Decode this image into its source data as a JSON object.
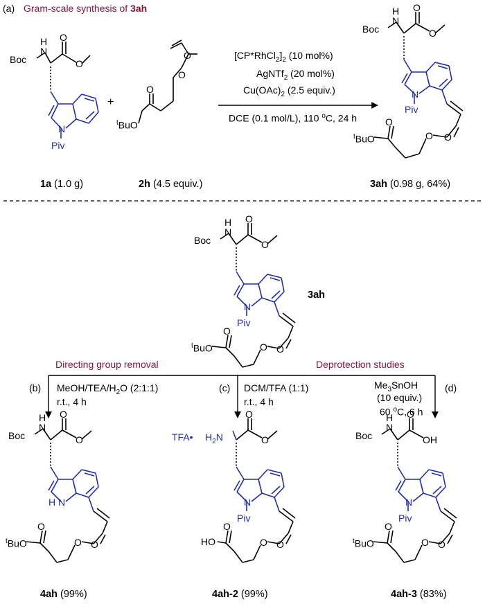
{
  "section_a": {
    "tag": "(a)",
    "title_prefix": "Gram-scale synthesis of ",
    "title_compound": "3ah"
  },
  "top_reaction": {
    "plus": "+",
    "reagent_line1": "[CP*RhCl2]2 (10 mol%)",
    "reagent_line2": "AgNTf2 (20 mol%)",
    "reagent_line3": "Cu(OAc)2 (2.5 equiv.)",
    "conditions": "DCE (0.1 mol/L), 110 °C, 24 h",
    "sm1": {
      "id": "1a",
      "amount": " (1.0 g)"
    },
    "sm2": {
      "id": "2h",
      "amount": " (4.5 equiv.)"
    },
    "product": {
      "id": "3ah",
      "amount": " (0.98 g, 64%)"
    }
  },
  "center": {
    "id": "3ah"
  },
  "groups": {
    "left": "Directing group removal",
    "right": "Deprotection studies"
  },
  "branches": [
    {
      "tag": "(b)",
      "cond1": "MeOH/TEA/H2O (2:1:1)",
      "cond2": "r.t., 4 h",
      "product_id": "4ah",
      "yield": " (99%)"
    },
    {
      "tag": "(c)",
      "cond1": "DCM/TFA (1:1)",
      "cond2": "r.t., 4 h",
      "product_id": "4ah-2",
      "yield": " (99%)"
    },
    {
      "tag": "(d)",
      "cond1": "Me3SnOH",
      "cond2": "(10 equiv.)",
      "cond3": "60 °C, 6 h",
      "product_id": "4ah-3",
      "yield": " (83%)"
    }
  ],
  "atoms": {
    "boc": "Boc",
    "nh": "N",
    "h": "H",
    "h2n": "H2N",
    "tfa": "TFA•",
    "piv": "Piv",
    "tbu": "BuO",
    "t": "t",
    "ho": "HO",
    "oh": "OH",
    "o": "O",
    "n": "N"
  },
  "colors": {
    "accent": "#8a1538",
    "blue": "#1f2ea8",
    "ink": "#000000"
  }
}
